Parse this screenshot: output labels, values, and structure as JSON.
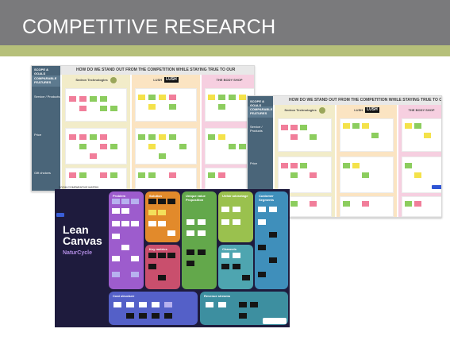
{
  "header": {
    "title": "COMPETITIVE RESEARCH"
  },
  "matrix": {
    "title": "HOW DO WE STAND OUT FROM THE COMPETITION WHILE STAYING TRUE TO OUR",
    "row_headers": {
      "scope": "SCOPE & GOALS",
      "comparable": "COMPARABLE FEATURES"
    },
    "rows": [
      "Service / Products",
      "Price",
      "Gift choices"
    ],
    "competitors": [
      {
        "name": "Sedron Technologies"
      },
      {
        "name": "LUSH"
      },
      {
        "name": "THE BODY SHOP"
      }
    ],
    "logo_text": "LUSH",
    "footer_note": "ZOOM COMPARATIVE MATRIX"
  },
  "canvas": {
    "title": "Lean Canvas",
    "subtitle": "NaturCycle",
    "sections": {
      "problem": "Problem",
      "solution": "Solution",
      "uvp": "Unique value Proposition",
      "unfair": "Unfair advantage",
      "segments": "Customer Segments",
      "metrics": "Key metrics",
      "channels": "Channels",
      "cost": "Cost structure",
      "revenue": "Revenue streams"
    }
  },
  "colors": {
    "header_bg": "#7a7a7c",
    "accent": "#b6c07a",
    "canvas_bg": "#1e1b3d",
    "matrix_rowheader": "#4a6579",
    "competitor_1": "#f2ecc9",
    "competitor_2": "#fbe4c2",
    "competitor_3": "#f6cfe0"
  }
}
